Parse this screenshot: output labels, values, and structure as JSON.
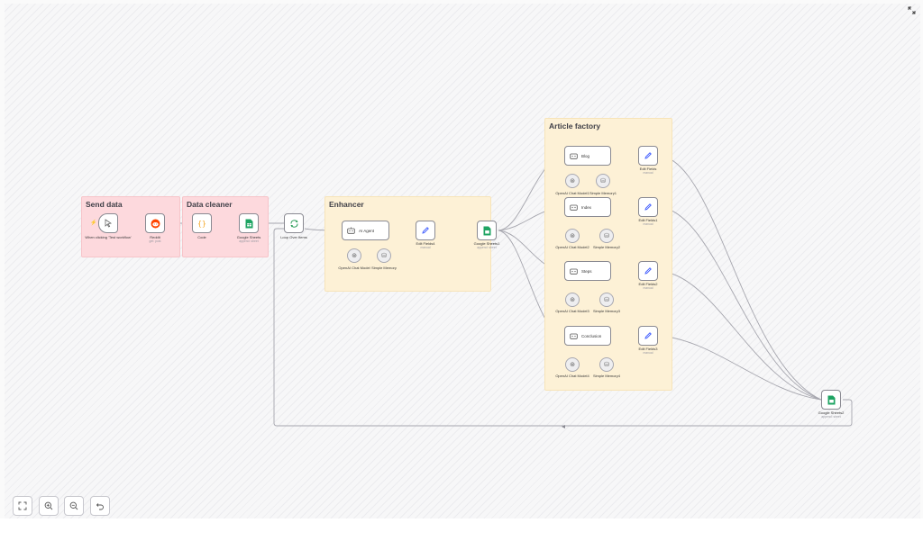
{
  "sticky_notes": {
    "send_data": "Send data",
    "data_cleaner": "Data cleaner",
    "enhancer": "Enhancer",
    "article_factory": "Article factory"
  },
  "nodes": {
    "trigger": {
      "label": "When clicking 'Test workflow'"
    },
    "reddit": {
      "label": "Reddit",
      "sub": "get: post"
    },
    "code": {
      "label": "Code"
    },
    "sheets1": {
      "label": "Google Sheets",
      "sub": "append: sheet"
    },
    "loop": {
      "label": "Loop Over Items"
    },
    "ai_agent": {
      "label": "AI Agent"
    },
    "chat_model": {
      "label": "OpenAI Chat Model"
    },
    "memory": {
      "label": "Simple Memory"
    },
    "edit4": {
      "label": "Edit Fields4",
      "sub": "manual"
    },
    "sheets_enh": {
      "label": "Google Sheets1",
      "sub": "append: sheet"
    },
    "blog": {
      "label": "Blog"
    },
    "chat1": {
      "label": "OpenAI Chat Model1"
    },
    "mem1": {
      "label": "Simple Memory1"
    },
    "edit_fields": {
      "label": "Edit Fields",
      "sub": "manual"
    },
    "index": {
      "label": "Index"
    },
    "chat2": {
      "label": "OpenAI Chat Model2"
    },
    "mem2": {
      "label": "Simple Memory2"
    },
    "edit1": {
      "label": "Edit Fields1",
      "sub": "manual"
    },
    "steps": {
      "label": "Steps"
    },
    "chat3": {
      "label": "OpenAI Chat Model3"
    },
    "mem3": {
      "label": "Simple Memory3"
    },
    "edit2": {
      "label": "Edit Fields2",
      "sub": "manual"
    },
    "conclusion": {
      "label": "Conclusion"
    },
    "chat4": {
      "label": "OpenAI Chat Model4"
    },
    "mem4": {
      "label": "Simple Memory4"
    },
    "edit3": {
      "label": "Edit Fields3",
      "sub": "manual"
    },
    "sheets2": {
      "label": "Google Sheets2",
      "sub": "append: sheet"
    }
  },
  "icons": {
    "trigger": "cursor-click-icon",
    "reddit": "reddit-icon",
    "code": "code-braces-icon",
    "sheets": "google-sheets-icon",
    "loop": "loop-icon",
    "agent": "robot-icon",
    "chat": "openai-icon",
    "memory": "database-icon",
    "edit": "pencil-icon"
  },
  "controls": {
    "fit": "fit-view-icon",
    "zoom_in": "zoom-in-icon",
    "zoom_out": "zoom-out-icon",
    "undo": "undo-icon",
    "fullscreen": "fullscreen-icon"
  },
  "colors": {
    "pink_note": "#fdd9dd",
    "yellow_note": "#fdf1d6",
    "reddit": "#ff4500",
    "sheets": "#1fa463",
    "edit": "#3d5afe",
    "code": "#f5a623",
    "loop": "#2e9e5b"
  }
}
